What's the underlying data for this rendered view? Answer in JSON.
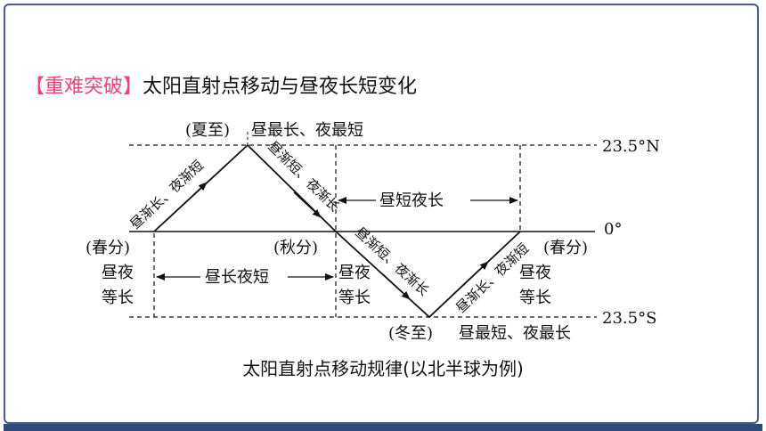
{
  "heading": {
    "tag": "【重难突破】",
    "title": "太阳直射点移动与昼夜长短变化"
  },
  "labels": {
    "summer_solstice": "(夏至)",
    "summer_desc": "昼最长、夜最短",
    "tropic_north": "23.5°N",
    "equator": "0°",
    "tropic_south": "23.5°S",
    "spring_left": "(春分)",
    "autumn": "(秋分)",
    "spring_right": "(春分)",
    "winter_solstice": "(冬至)",
    "winter_desc": "昼最短、夜最长",
    "equal_1": "昼夜",
    "equal_2": "等长",
    "day_long_night_short": "昼长夜短",
    "day_short_night_long": "昼短夜长",
    "rising_1": "昼渐长、夜渐短",
    "falling_1": "昼渐短、夜渐长",
    "falling_2": "昼渐短、夜渐长",
    "rising_2": "昼渐长、夜渐短"
  },
  "caption": "太阳直射点移动规律(以北半球为例)",
  "colors": {
    "tag": "#e8457a",
    "frame": "#4a5d8a",
    "bar": "#2f4b7c",
    "line": "#111111"
  }
}
